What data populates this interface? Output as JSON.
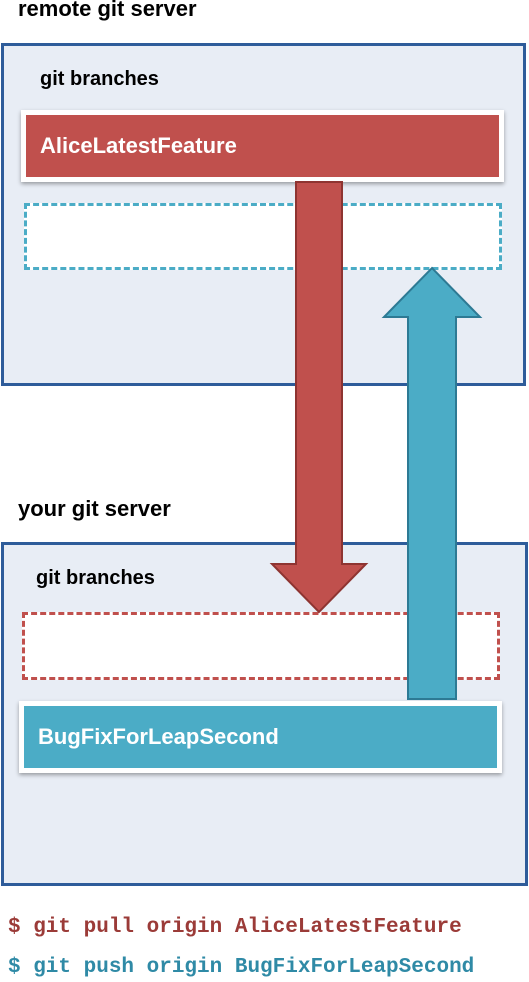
{
  "remote": {
    "title": "remote git server",
    "section_label": "git branches",
    "branch": "AliceLatestFeature"
  },
  "local": {
    "title": "your git server",
    "section_label": "git branches",
    "branch": "BugFixForLeapSecond"
  },
  "commands": {
    "pull": "$ git pull origin AliceLatestFeature",
    "push": "$ git push origin BugFixForLeapSecond"
  },
  "colors": {
    "pull": "#c0504d",
    "push": "#4bacc6",
    "box_border": "#2e5c9a",
    "box_fill": "#e8edf5"
  },
  "icons": {
    "pull_arrow": "down-arrow-icon",
    "push_arrow": "up-arrow-icon"
  }
}
